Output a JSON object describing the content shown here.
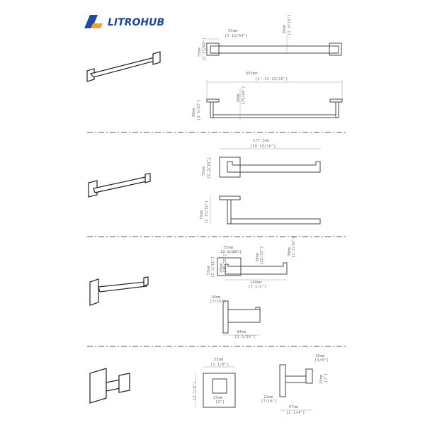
{
  "brand": {
    "name": "LITROHUB",
    "colors": {
      "blue": "#1f4aa0",
      "orange": "#f0a030"
    }
  },
  "sections": [
    {
      "name": "towel-bar",
      "dims": {
        "width_top": "55mm",
        "width_top_in": "[2 11/64\"]",
        "height": "55mm",
        "height_in": "[2 11/64\"]",
        "bar": "30mm",
        "bar_in": "[1 3/16\"]",
        "length": "605mm",
        "length_in": "[1'-11 13/16\"]",
        "projection": "80mm",
        "projection_in": "[3 5/32\"]",
        "bar_thick": "10mm",
        "bar_thick_in": "[25/64\"]"
      }
    },
    {
      "name": "towel-ring",
      "dims": {
        "length": "277.5mm",
        "length_in": "[10 15/16\"]",
        "height": "55mm",
        "height_in": "[2 3/16\"]",
        "projection": "75mm",
        "projection_in": "[2 15/16\"]"
      }
    },
    {
      "name": "paper-holder",
      "dims": {
        "plate": "55mm",
        "plate_in": "[2 3/16\"]",
        "height": "55mm",
        "height_in": "[2 3/16\"]",
        "bar": "20mm",
        "bar_in": "[25/32\"]",
        "arm": "20mm",
        "arm_in": "[25/32\"]",
        "tip": "30mm",
        "tip_in": "[1 3/16\"]",
        "length": "140mm",
        "length_in": "[5 1/2\"]",
        "plate_thick": "10mm",
        "plate_thick_in": "[7/16\"]",
        "depth": "84mm",
        "depth_in": "[3 5/16\"]"
      }
    },
    {
      "name": "robe-hook",
      "dims": {
        "plate": "55mm",
        "plate_in": "[2 1/8\"]",
        "height_in": "[2 1/8\"]",
        "inner": "25mm",
        "inner_in": "[1\"]",
        "tip": "10mm",
        "tip_in": "[3/8\"]",
        "hook": "25mm",
        "hook_in": "[1\"]",
        "thick": "11mm",
        "thick_in": "[7/16\"]",
        "depth": "57mm",
        "depth_in": "[2 1/4\"]"
      }
    }
  ]
}
